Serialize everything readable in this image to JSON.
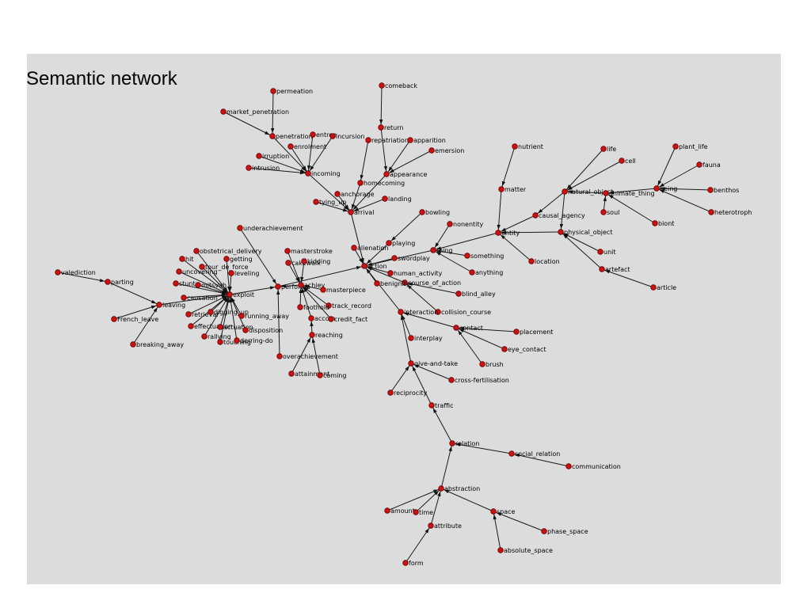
{
  "title": "Semantic network",
  "colors": {
    "background": "#dcdcdc",
    "node": "#cc1111",
    "edge": "#1a1a1a"
  },
  "nodes": [
    {
      "id": "permeation",
      "label": "permeation"
    },
    {
      "id": "market_penetration",
      "label": "market_penetration"
    },
    {
      "id": "penetration",
      "label": "penetration"
    },
    {
      "id": "entree",
      "label": "entree"
    },
    {
      "id": "incursion",
      "label": "incursion"
    },
    {
      "id": "enrolment",
      "label": "enrolment"
    },
    {
      "id": "irruption",
      "label": "irruption"
    },
    {
      "id": "intrusion",
      "label": "intrusion"
    },
    {
      "id": "incoming",
      "label": "incoming"
    },
    {
      "id": "comeback",
      "label": "comeback"
    },
    {
      "id": "return",
      "label": "return"
    },
    {
      "id": "repatriation",
      "label": "repatriation"
    },
    {
      "id": "apparition",
      "label": "apparition"
    },
    {
      "id": "emersion",
      "label": "emersion"
    },
    {
      "id": "appearance",
      "label": "appearance"
    },
    {
      "id": "homecoming",
      "label": "homecoming"
    },
    {
      "id": "anchorage",
      "label": "anchorage"
    },
    {
      "id": "landing",
      "label": "landing"
    },
    {
      "id": "tying_up",
      "label": "tying_up"
    },
    {
      "id": "arrival",
      "label": "arrival"
    },
    {
      "id": "nutrient",
      "label": "nutrient"
    },
    {
      "id": "matter",
      "label": "matter"
    },
    {
      "id": "life",
      "label": "life"
    },
    {
      "id": "cell",
      "label": "cell"
    },
    {
      "id": "plant_life",
      "label": "plant_life"
    },
    {
      "id": "fauna",
      "label": "fauna"
    },
    {
      "id": "natural_object",
      "label": "natural_object"
    },
    {
      "id": "animate_thing",
      "label": "animate_thing"
    },
    {
      "id": "being",
      "label": "being"
    },
    {
      "id": "benthos",
      "label": "benthos"
    },
    {
      "id": "soul",
      "label": "soul"
    },
    {
      "id": "heterotroph",
      "label": "heterotroph"
    },
    {
      "id": "causal_agency",
      "label": "causal_agency"
    },
    {
      "id": "biont",
      "label": "biont"
    },
    {
      "id": "entity",
      "label": "entity"
    },
    {
      "id": "physical_object",
      "label": "physical_object"
    },
    {
      "id": "unit",
      "label": "unit"
    },
    {
      "id": "location",
      "label": "location"
    },
    {
      "id": "artefact",
      "label": "artefact"
    },
    {
      "id": "article",
      "label": "article"
    },
    {
      "id": "underachievement",
      "label": "underachievement"
    },
    {
      "id": "bowling",
      "label": "bowling"
    },
    {
      "id": "nonentity",
      "label": "nonentity"
    },
    {
      "id": "playing",
      "label": "playing"
    },
    {
      "id": "alienation",
      "label": "alienation"
    },
    {
      "id": "thing",
      "label": "thing"
    },
    {
      "id": "something",
      "label": "something"
    },
    {
      "id": "swordplay",
      "label": "swordplay"
    },
    {
      "id": "anything",
      "label": "anything"
    },
    {
      "id": "action",
      "label": "action"
    },
    {
      "id": "human_activity",
      "label": "human_activity"
    },
    {
      "id": "course_of_action",
      "label": "course_of_action"
    },
    {
      "id": "benignity",
      "label": "benignity"
    },
    {
      "id": "blind_alley",
      "label": "blind_alley"
    },
    {
      "id": "collision_course",
      "label": "collision_course"
    },
    {
      "id": "masterstroke",
      "label": "masterstroke"
    },
    {
      "id": "cakewalk",
      "label": "cakewalk"
    },
    {
      "id": "kidding",
      "label": "kidding"
    },
    {
      "id": "performance",
      "label": "performa"
    },
    {
      "id": "achievement",
      "label": "achiev"
    },
    {
      "id": "masterpiece",
      "label": "masterpiece"
    },
    {
      "id": "track_record",
      "label": "track_record"
    },
    {
      "id": "foothold",
      "label": "foothold"
    },
    {
      "id": "accomplishment",
      "label": "accom"
    },
    {
      "id": "credit_fact",
      "label": "credit_fact"
    },
    {
      "id": "reaching",
      "label": "reaching"
    },
    {
      "id": "overachievement",
      "label": "overachievement"
    },
    {
      "id": "attainment",
      "label": "attainment"
    },
    {
      "id": "coming",
      "label": "coming"
    },
    {
      "id": "obstetrical_delivery",
      "label": "obstetrical_delivery"
    },
    {
      "id": "hit",
      "label": "hit"
    },
    {
      "id": "tour_de_force",
      "label": "tour_de_force"
    },
    {
      "id": "getting",
      "label": "getting"
    },
    {
      "id": "leveling",
      "label": "leveling"
    },
    {
      "id": "uncovering",
      "label": "uncovering"
    },
    {
      "id": "stunt",
      "label": "stunt"
    },
    {
      "id": "mitsvah",
      "label": "mitsvah"
    },
    {
      "id": "exploit",
      "label": "exploit"
    },
    {
      "id": "causation",
      "label": "causation"
    },
    {
      "id": "retrieval",
      "label": "retrieval"
    },
    {
      "id": "digging_up",
      "label": "digging_up"
    },
    {
      "id": "running_away",
      "label": "running_away"
    },
    {
      "id": "effectuation",
      "label": "effectuation"
    },
    {
      "id": "actuation",
      "label": "actuation"
    },
    {
      "id": "disposition",
      "label": "disposition"
    },
    {
      "id": "rallying",
      "label": "rallying"
    },
    {
      "id": "touching",
      "label": "touching"
    },
    {
      "id": "derring_do",
      "label": "derring-do"
    },
    {
      "id": "valediction",
      "label": "valediction"
    },
    {
      "id": "parting",
      "label": "parting"
    },
    {
      "id": "leaving",
      "label": "leaving"
    },
    {
      "id": "french_leave",
      "label": "French_leave"
    },
    {
      "id": "breaking_away",
      "label": "breaking_away"
    },
    {
      "id": "interaction",
      "label": "interaction"
    },
    {
      "id": "contact",
      "label": "contact"
    },
    {
      "id": "placement",
      "label": "placement"
    },
    {
      "id": "interplay",
      "label": "interplay"
    },
    {
      "id": "eye_contact",
      "label": "eye_contact"
    },
    {
      "id": "brush",
      "label": "brush"
    },
    {
      "id": "give_and_take",
      "label": "give-and-take"
    },
    {
      "id": "cross_fertilisation",
      "label": "cross-fertilisation"
    },
    {
      "id": "reciprocity",
      "label": "reciprocity"
    },
    {
      "id": "traffic",
      "label": "traffic"
    },
    {
      "id": "relation",
      "label": "relation"
    },
    {
      "id": "social_relation",
      "label": "social_relation"
    },
    {
      "id": "communication",
      "label": "communication"
    },
    {
      "id": "abstraction",
      "label": "abstraction"
    },
    {
      "id": "amount",
      "label": "amount"
    },
    {
      "id": "time",
      "label": "time"
    },
    {
      "id": "space",
      "label": "space"
    },
    {
      "id": "attribute",
      "label": "attribute"
    },
    {
      "id": "phase_space",
      "label": "phase_space"
    },
    {
      "id": "absolute_space",
      "label": "absolute_space"
    },
    {
      "id": "form",
      "label": "form"
    }
  ],
  "edges": [
    [
      "permeation",
      "penetration"
    ],
    [
      "market_penetration",
      "penetration"
    ],
    [
      "penetration",
      "incoming"
    ],
    [
      "entree",
      "incoming"
    ],
    [
      "incursion",
      "incoming"
    ],
    [
      "enrolment",
      "incoming"
    ],
    [
      "irruption",
      "incoming"
    ],
    [
      "intrusion",
      "incoming"
    ],
    [
      "incoming",
      "arrival"
    ],
    [
      "comeback",
      "return"
    ],
    [
      "return",
      "appearance"
    ],
    [
      "repatriation",
      "homecoming"
    ],
    [
      "apparition",
      "appearance"
    ],
    [
      "emersion",
      "appearance"
    ],
    [
      "appearance",
      "arrival"
    ],
    [
      "homecoming",
      "arrival"
    ],
    [
      "anchorage",
      "arrival"
    ],
    [
      "landing",
      "arrival"
    ],
    [
      "tying_up",
      "arrival"
    ],
    [
      "arrival",
      "action"
    ],
    [
      "nutrient",
      "matter"
    ],
    [
      "matter",
      "entity"
    ],
    [
      "life",
      "natural_object"
    ],
    [
      "cell",
      "natural_object"
    ],
    [
      "plant_life",
      "being"
    ],
    [
      "fauna",
      "being"
    ],
    [
      "benthos",
      "being"
    ],
    [
      "heterotroph",
      "being"
    ],
    [
      "being",
      "animate_thing"
    ],
    [
      "soul",
      "animate_thing"
    ],
    [
      "biont",
      "animate_thing"
    ],
    [
      "animate_thing",
      "natural_object"
    ],
    [
      "natural_object",
      "causal_agency"
    ],
    [
      "natural_object",
      "physical_object"
    ],
    [
      "causal_agency",
      "entity"
    ],
    [
      "physical_object",
      "entity"
    ],
    [
      "unit",
      "physical_object"
    ],
    [
      "artefact",
      "physical_object"
    ],
    [
      "article",
      "artefact"
    ],
    [
      "location",
      "entity"
    ],
    [
      "entity",
      "thing"
    ],
    [
      "nonentity",
      "thing"
    ],
    [
      "something",
      "thing"
    ],
    [
      "anything",
      "thing"
    ],
    [
      "thing",
      "action"
    ],
    [
      "bowling",
      "playing"
    ],
    [
      "playing",
      "action"
    ],
    [
      "alienation",
      "action"
    ],
    [
      "swordplay",
      "action"
    ],
    [
      "human_activity",
      "action"
    ],
    [
      "course_of_action",
      "action"
    ],
    [
      "benignity",
      "action"
    ],
    [
      "blind_alley",
      "course_of_action"
    ],
    [
      "collision_course",
      "course_of_action"
    ],
    [
      "underachievement",
      "performance"
    ],
    [
      "masterstroke",
      "achievement"
    ],
    [
      "cakewalk",
      "achievement"
    ],
    [
      "kidding",
      "achievement"
    ],
    [
      "achievement",
      "performance"
    ],
    [
      "masterpiece",
      "achievement"
    ],
    [
      "track_record",
      "achievement"
    ],
    [
      "foothold",
      "achievement"
    ],
    [
      "accomplishment",
      "achievement"
    ],
    [
      "credit_fact",
      "achievement"
    ],
    [
      "reaching",
      "accomplishment"
    ],
    [
      "overachievement",
      "performance"
    ],
    [
      "attainment",
      "reaching"
    ],
    [
      "coming",
      "reaching"
    ],
    [
      "performance",
      "action"
    ],
    [
      "obstetrical_delivery",
      "exploit"
    ],
    [
      "hit",
      "exploit"
    ],
    [
      "tour_de_force",
      "exploit"
    ],
    [
      "getting",
      "exploit"
    ],
    [
      "leveling",
      "exploit"
    ],
    [
      "uncovering",
      "exploit"
    ],
    [
      "stunt",
      "exploit"
    ],
    [
      "mitsvah",
      "exploit"
    ],
    [
      "causation",
      "exploit"
    ],
    [
      "retrieval",
      "exploit"
    ],
    [
      "digging_up",
      "exploit"
    ],
    [
      "running_away",
      "exploit"
    ],
    [
      "effectuation",
      "exploit"
    ],
    [
      "actuation",
      "exploit"
    ],
    [
      "disposition",
      "exploit"
    ],
    [
      "rallying",
      "exploit"
    ],
    [
      "touching",
      "exploit"
    ],
    [
      "derring_do",
      "exploit"
    ],
    [
      "leaving",
      "exploit"
    ],
    [
      "exploit",
      "performance"
    ],
    [
      "valediction",
      "parting"
    ],
    [
      "parting",
      "leaving"
    ],
    [
      "french_leave",
      "leaving"
    ],
    [
      "breaking_away",
      "leaving"
    ],
    [
      "interaction",
      "action"
    ],
    [
      "contact",
      "interaction"
    ],
    [
      "placement",
      "contact"
    ],
    [
      "eye_contact",
      "contact"
    ],
    [
      "brush",
      "contact"
    ],
    [
      "interplay",
      "interaction"
    ],
    [
      "give_and_take",
      "interaction"
    ],
    [
      "cross_fertilisation",
      "give_and_take"
    ],
    [
      "reciprocity",
      "give_and_take"
    ],
    [
      "traffic",
      "give_and_take"
    ],
    [
      "relation",
      "traffic"
    ],
    [
      "social_relation",
      "relation"
    ],
    [
      "communication",
      "social_relation"
    ],
    [
      "abstraction",
      "relation"
    ],
    [
      "amount",
      "abstraction"
    ],
    [
      "time",
      "abstraction"
    ],
    [
      "space",
      "abstraction"
    ],
    [
      "attribute",
      "abstraction"
    ],
    [
      "phase_space",
      "space"
    ],
    [
      "absolute_space",
      "space"
    ],
    [
      "form",
      "attribute"
    ]
  ]
}
